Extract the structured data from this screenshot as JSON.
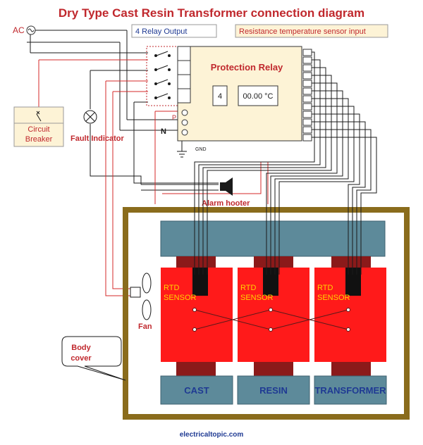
{
  "title": "Dry Type Cast Resin Transformer connection diagram",
  "labels": {
    "ac": "AC",
    "relay_output": "4 Relay Output",
    "sensor_input": "Resistance temperature sensor input",
    "protection_relay": "Protection Relay",
    "channel": "4",
    "temperature": "00.00 °C",
    "p": "P",
    "n": "N",
    "gnd": "GND",
    "circuit_breaker_1": "Circuit",
    "circuit_breaker_2": "Breaker",
    "fault_indicator": "Fault Indicator",
    "alarm_hooter": "Alarm hooter",
    "fan": "Fan",
    "body_cover_1": "Body",
    "body_cover_2": "cover",
    "rtd_1": "RTD",
    "rtd_2": "SENSOR",
    "footer": "electricaltopic.com"
  },
  "columns": [
    {
      "base_label": "CAST"
    },
    {
      "base_label": "RESIN"
    },
    {
      "base_label": "TRANSFORMER"
    }
  ],
  "colors": {
    "title": "#c0282d",
    "label_red": "#c0282d",
    "label_blue": "#1f3a93",
    "relay_fill": "#fdf3d6",
    "core_fill": "#ff1a1a",
    "slate": "#5d8a9a",
    "body_border": "#8a6c1c",
    "wire_red": "#d42a2a",
    "wire_dark": "#1a1a1a",
    "base_text": "#1f3a93"
  }
}
